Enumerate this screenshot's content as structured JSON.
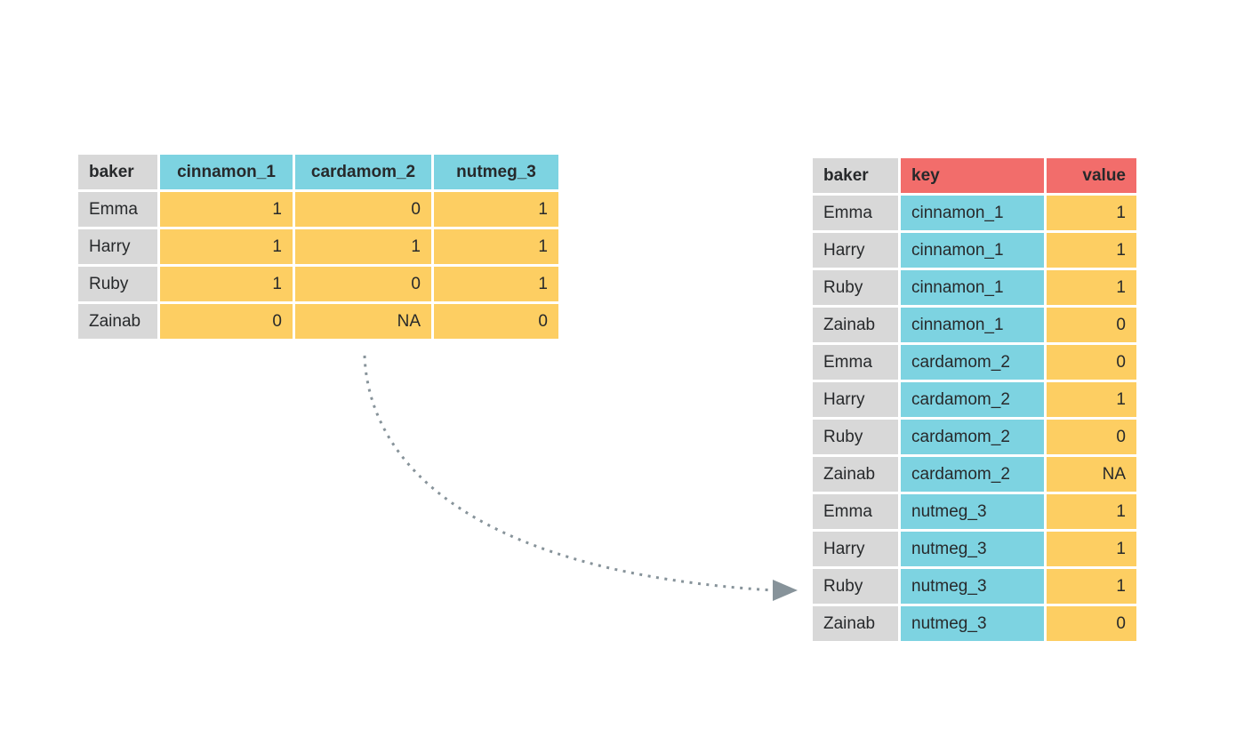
{
  "palette": {
    "id_gray": "#d8d8d8",
    "key_blue": "#7dd3e1",
    "value_yellow": "#fdce62",
    "new_column_red": "#f26d6b",
    "text": "#27292b",
    "arrow_gray": "#87939a",
    "background": "#ffffff"
  },
  "wide_table": {
    "columns": [
      {
        "label": "baker",
        "header_bg": "#d8d8d8",
        "cell_bg": "#d8d8d8",
        "header_align": "left",
        "cell_align": "left"
      },
      {
        "label": "cinnamon_1",
        "header_bg": "#7dd3e1",
        "cell_bg": "#fdce62",
        "header_align": "center",
        "cell_align": "right"
      },
      {
        "label": "cardamom_2",
        "header_bg": "#7dd3e1",
        "cell_bg": "#fdce62",
        "header_align": "center",
        "cell_align": "right"
      },
      {
        "label": "nutmeg_3",
        "header_bg": "#7dd3e1",
        "cell_bg": "#fdce62",
        "header_align": "center",
        "cell_align": "right"
      }
    ],
    "rows": [
      [
        "Emma",
        "1",
        "0",
        "1"
      ],
      [
        "Harry",
        "1",
        "1",
        "1"
      ],
      [
        "Ruby",
        "1",
        "0",
        "1"
      ],
      [
        "Zainab",
        "0",
        "NA",
        "0"
      ]
    ]
  },
  "long_table": {
    "columns": [
      {
        "label": "baker",
        "header_bg": "#d8d8d8",
        "cell_bg": "#d8d8d8",
        "header_align": "left",
        "cell_align": "left"
      },
      {
        "label": "key",
        "header_bg": "#f26d6b",
        "cell_bg": "#7dd3e1",
        "header_align": "left",
        "cell_align": "left"
      },
      {
        "label": "value",
        "header_bg": "#f26d6b",
        "cell_bg": "#fdce62",
        "header_align": "right",
        "cell_align": "right"
      }
    ],
    "rows": [
      [
        "Emma",
        "cinnamon_1",
        "1"
      ],
      [
        "Harry",
        "cinnamon_1",
        "1"
      ],
      [
        "Ruby",
        "cinnamon_1",
        "1"
      ],
      [
        "Zainab",
        "cinnamon_1",
        "0"
      ],
      [
        "Emma",
        "cardamom_2",
        "0"
      ],
      [
        "Harry",
        "cardamom_2",
        "1"
      ],
      [
        "Ruby",
        "cardamom_2",
        "0"
      ],
      [
        "Zainab",
        "cardamom_2",
        "NA"
      ],
      [
        "Emma",
        "nutmeg_3",
        "1"
      ],
      [
        "Harry",
        "nutmeg_3",
        "1"
      ],
      [
        "Ruby",
        "nutmeg_3",
        "1"
      ],
      [
        "Zainab",
        "nutmeg_3",
        "0"
      ]
    ]
  },
  "arrow": {
    "style": "dotted-curve",
    "color": "#87939a",
    "from": "wide-table",
    "to": "long-table"
  }
}
